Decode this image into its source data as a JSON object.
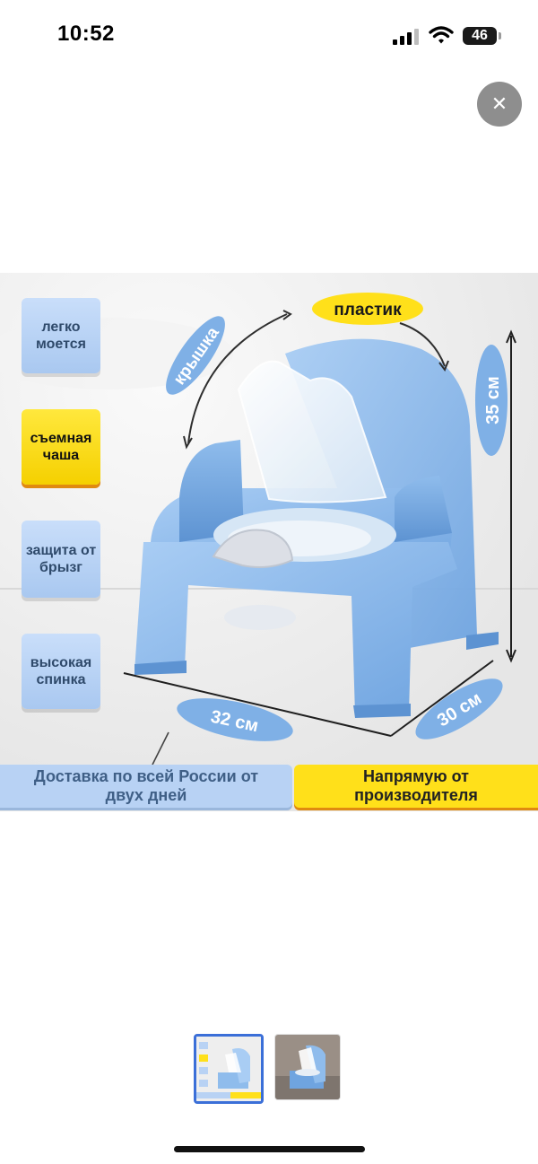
{
  "status_bar": {
    "time": "10:52",
    "battery": "46"
  },
  "controls": {
    "close_glyph": "✕"
  },
  "features": [
    {
      "label": "легко моется",
      "style": "blue"
    },
    {
      "label": "съемная чаша",
      "style": "yellow"
    },
    {
      "label": "защита от брызг",
      "style": "blue"
    },
    {
      "label": "высокая спинка",
      "style": "blue"
    }
  ],
  "callouts": {
    "material": "пластик",
    "lid": "крышка"
  },
  "dimensions": {
    "width": "32 см",
    "depth": "30 см",
    "height": "35 см"
  },
  "banners": {
    "delivery": "Доставка по всей России от двух дней",
    "direct": "Напрямую от производителя"
  },
  "gallery": {
    "count": 2,
    "active_index": 0
  },
  "colors": {
    "accent_blue": "#7fb0e6",
    "badge_blue": "#b8d2f4",
    "badge_yellow": "#ffe01a",
    "thumb_border": "#3b6fd8"
  }
}
